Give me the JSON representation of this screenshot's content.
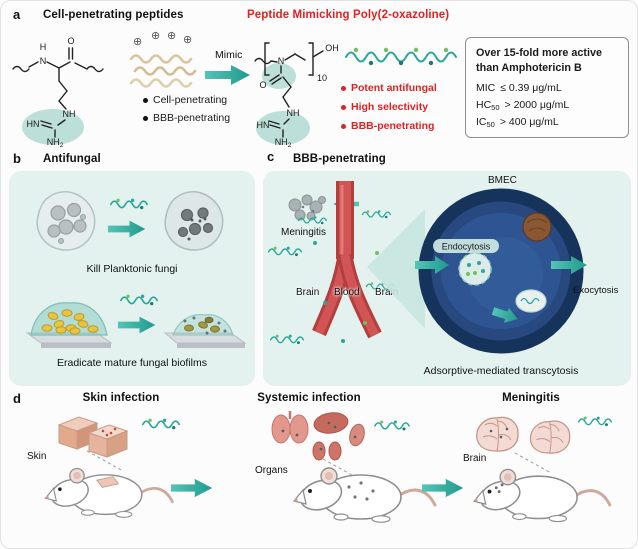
{
  "colors": {
    "teal": "#2aa79b",
    "panel_background": "#e3f2ee",
    "accent_red": "#e02222",
    "cell_navy": "#16335c",
    "vessel_red": "#c64646"
  },
  "panel_a": {
    "label": "a",
    "left_title": "Cell-penetrating peptides",
    "right_title": "Peptide Mimicking Poly(2-oxazoline)",
    "mimic": "Mimic",
    "charge": "⊕",
    "left_bullets": [
      {
        "text": "Cell-penetrating"
      },
      {
        "text": "BBB-penetrating"
      }
    ],
    "right_bullets": [
      {
        "text": "Potent antifungal"
      },
      {
        "text": "High selectivity"
      },
      {
        "text": "BBB-penetrating"
      }
    ],
    "peptide": {
      "h": "H",
      "n": "N",
      "o": "O",
      "nh": "NH",
      "hn": "HN",
      "nh2": "NH",
      "nh2_sub": "2"
    },
    "polymer": {
      "n": "N",
      "o": "O",
      "oh": "OH",
      "sub": "10",
      "nh": "NH",
      "hn": "HN",
      "nh2": "NH",
      "nh2_sub": "2"
    },
    "info_box": {
      "headline1": "Over 15-fold more active",
      "headline2": "than Amphotericin B",
      "metrics": [
        {
          "base": "MIC",
          "sub": "",
          "value": "≤ 0.39 μg/mL"
        },
        {
          "base": "HC",
          "sub": "50",
          "value": "> 2000 μg/mL"
        },
        {
          "base": "IC",
          "sub": "50",
          "value": "> 400 μg/mL"
        }
      ]
    }
  },
  "panel_b": {
    "label": "b",
    "title": "Antifungal",
    "caption_planktonic": "Kill Planktonic fungi",
    "caption_biofilm": "Eradicate mature fungal biofilms"
  },
  "panel_c": {
    "label": "c",
    "title": "BBB-penetrating",
    "bmec": "BMEC",
    "meningitis": "Meningitis",
    "brain_left": "Brain",
    "blood": "Blood",
    "brain_right": "Brain",
    "endocytosis": "Endocytosis",
    "exocytosis": "Exocytosis",
    "caption": "Adsorptive-mediated transcytosis"
  },
  "panel_d": {
    "label": "d",
    "sections": [
      {
        "title": "Skin infection",
        "organ": "Skin"
      },
      {
        "title": "Systemic infection",
        "organ": "Organs"
      },
      {
        "title": "Meningitis",
        "organ": "Brain"
      }
    ]
  }
}
